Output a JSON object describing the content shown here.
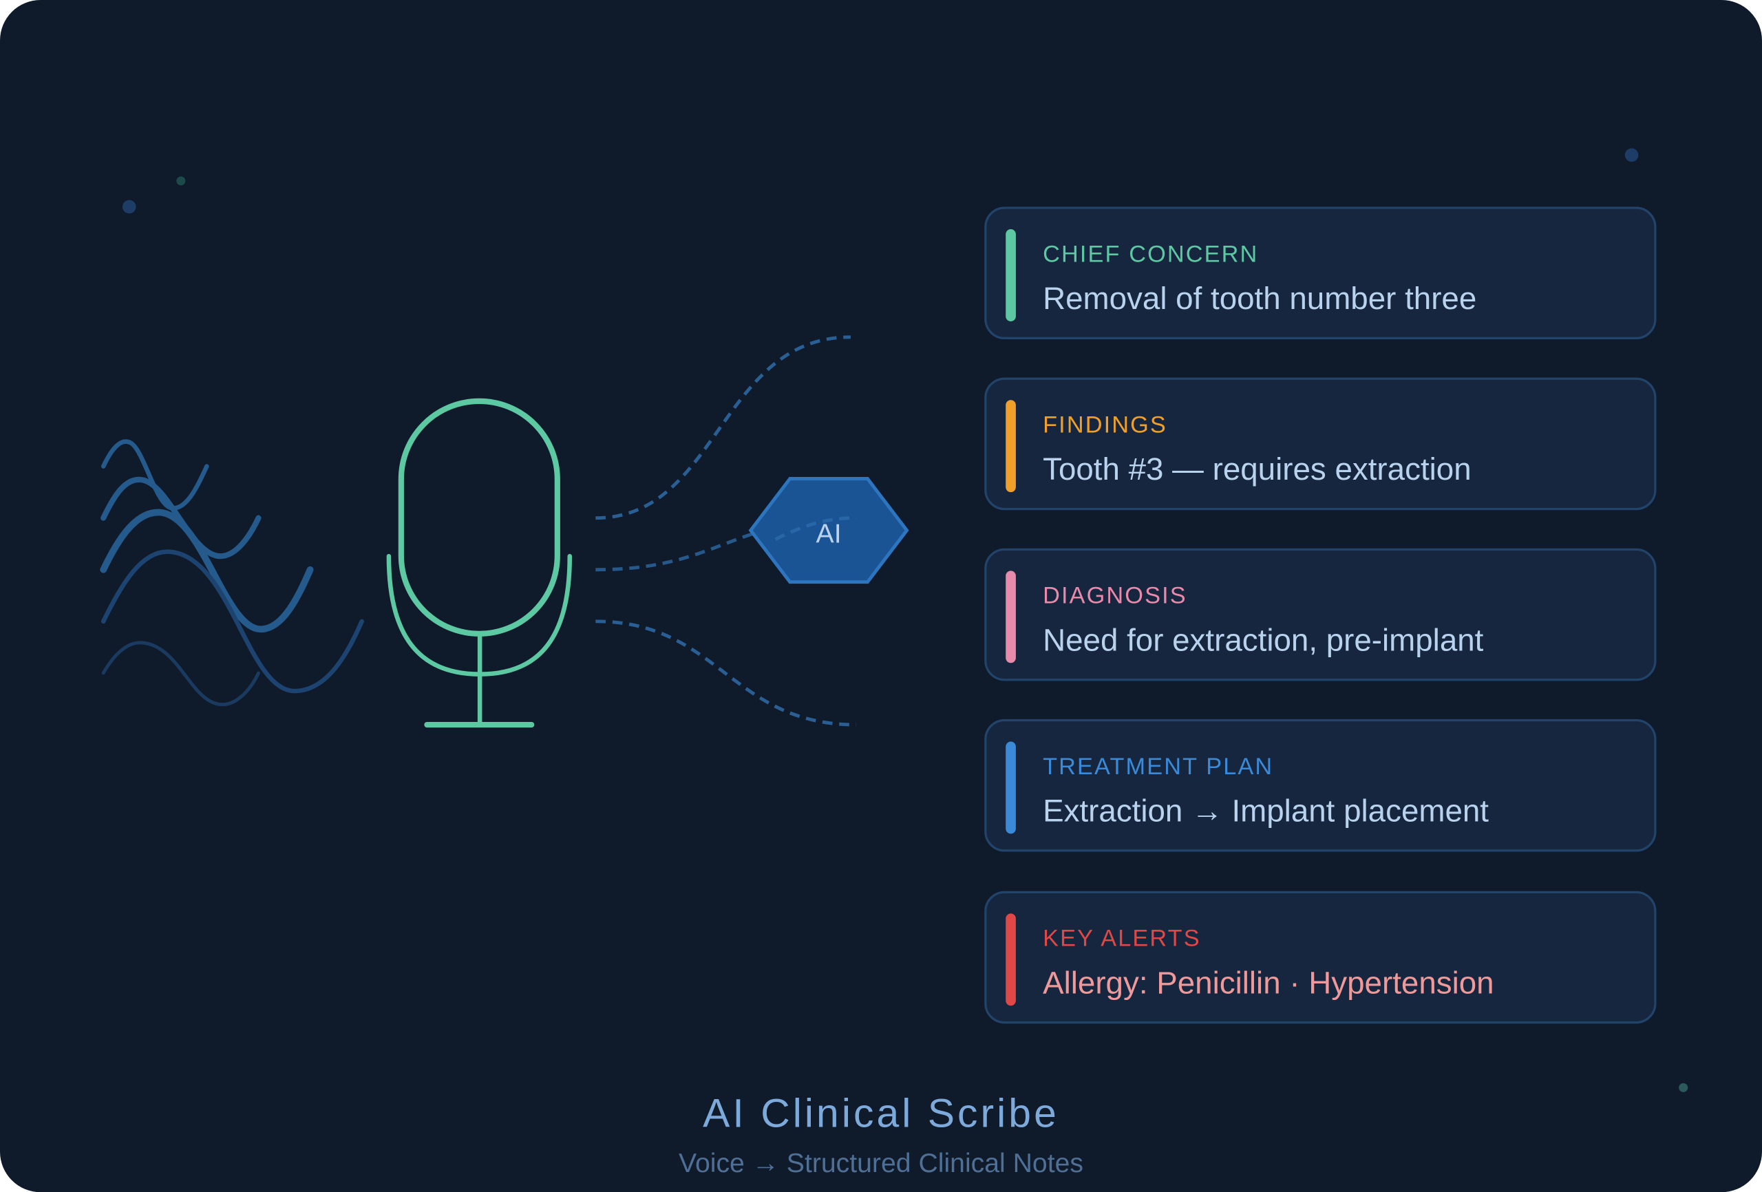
{
  "title": "AI Clinical Scribe",
  "subtitle": "Voice → Structured Clinical Notes",
  "processor_label": "AI",
  "cards": [
    {
      "label": "CHIEF CONCERN",
      "value": "Removal of tooth number three",
      "color": "#5cc9a3",
      "value_color": "#b9d2ee"
    },
    {
      "label": "FINDINGS",
      "value": "Tooth #3 — requires extraction",
      "color": "#f0a02a",
      "value_color": "#b9d2ee"
    },
    {
      "label": "DIAGNOSIS",
      "value": "Need for extraction, pre-implant",
      "color": "#e88aab",
      "value_color": "#b9d2ee"
    },
    {
      "label": "TREATMENT PLAN",
      "value": "Extraction → Implant placement",
      "color": "#3a8ad8",
      "value_color": "#b9d2ee"
    },
    {
      "label": "KEY ALERTS",
      "value": "Allergy: Penicillin · Hypertension",
      "color": "#e04848",
      "value_color": "#f0999b"
    }
  ]
}
